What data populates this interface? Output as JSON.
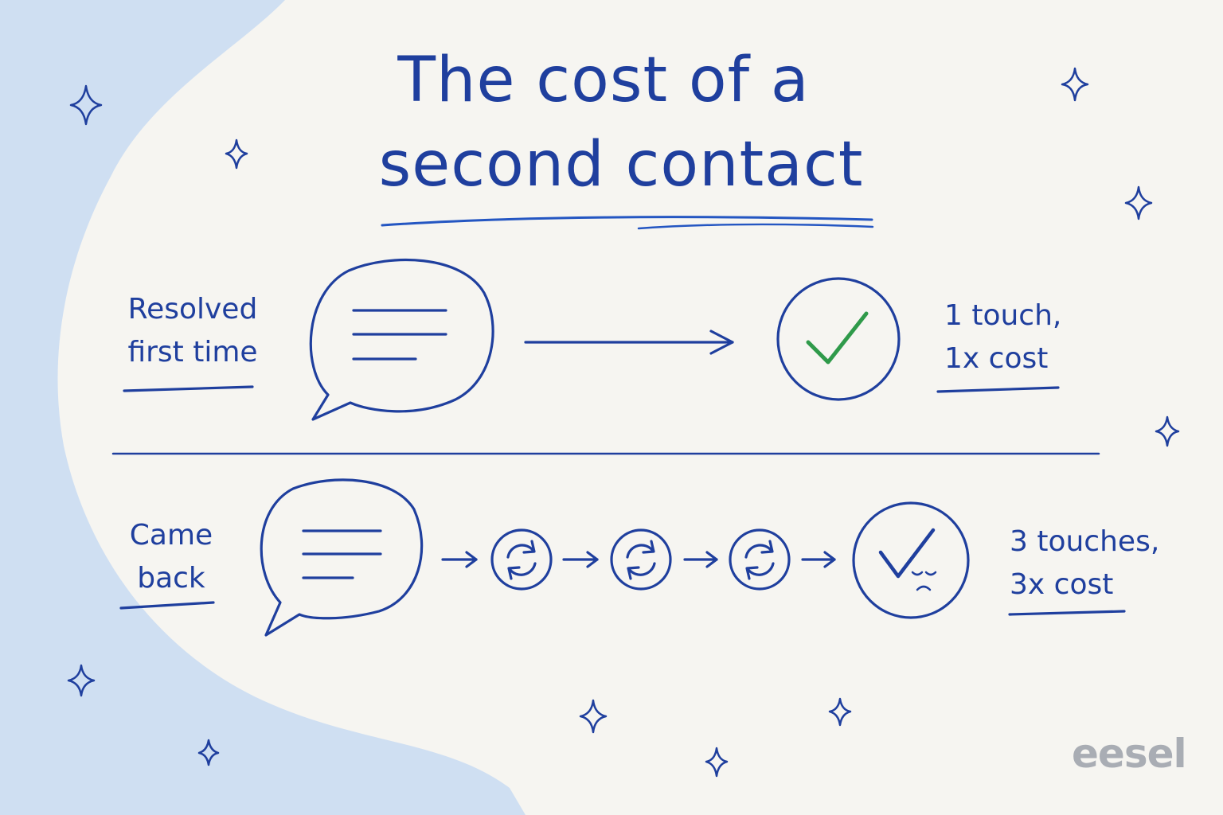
{
  "title": {
    "line1": "The cost of a",
    "line2": "second contact"
  },
  "rows": [
    {
      "label_line1": "Resolved",
      "label_line2": "first time",
      "result_line1": "1 touch,",
      "result_line2": "1x cost"
    },
    {
      "label_line1": "Came",
      "label_line2": "back",
      "result_line1": "3 touches,",
      "result_line2": "3x cost"
    }
  ],
  "logo": "eesel",
  "colors": {
    "ink": "#1f3f9e",
    "check_green": "#2f9a4a",
    "background": "#f6f5f1",
    "blob": "#cfdff2",
    "logo": "#a9adb4"
  },
  "icons": [
    "chat-bubble-icon",
    "arrow-icon",
    "checkmark-circle-icon",
    "refresh-circle-icon",
    "sad-check-circle-icon",
    "sparkle-icon"
  ]
}
